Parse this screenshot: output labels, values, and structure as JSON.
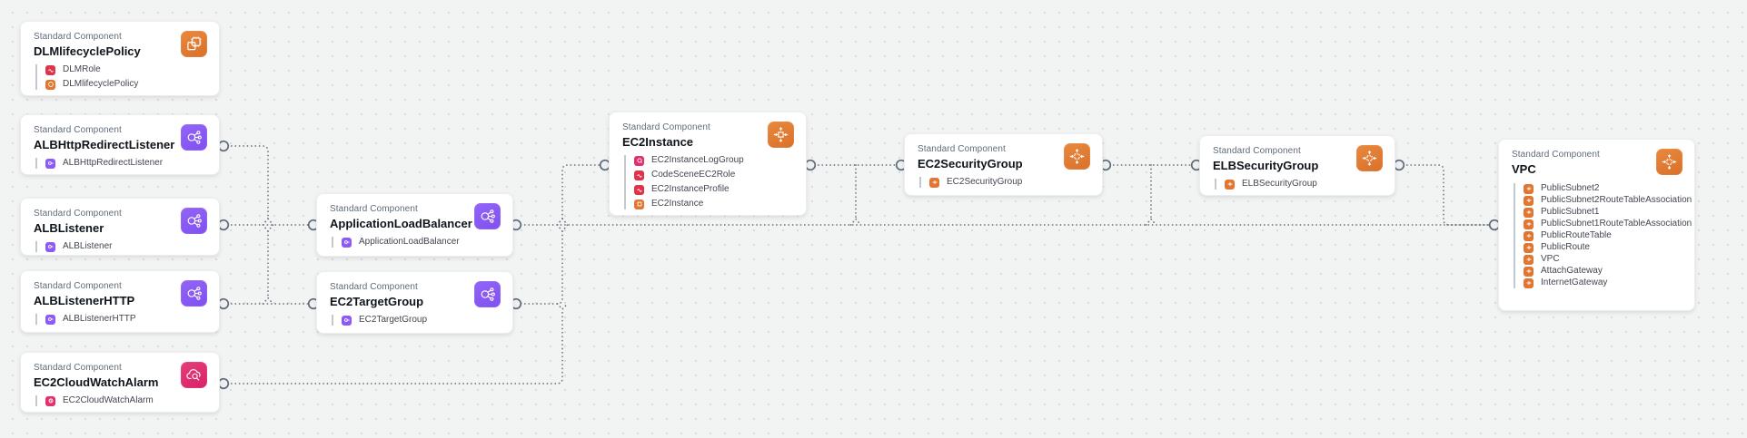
{
  "app_context": "infrastructure-composer-canvas",
  "palette": {
    "canvas_background": "#f2f3f3",
    "grid_dot": "#d6d9da",
    "card_background": "#ffffff",
    "wire_gray": "#68747f",
    "orange_compute": "#e0762f",
    "purple_elb": "#8a5cf5",
    "pink_cloudwatch": "#e0316e",
    "red_iam": "#dd344c",
    "kind_text": "#5f6b7a",
    "title_text": "#0f141a",
    "item_text": "#424650"
  },
  "components": [
    {
      "kind": "Standard Component",
      "title": "DLMlifecyclePolicy",
      "items": [
        {
          "label": "DLMRole"
        },
        {
          "label": "DLMlifecyclePolicy"
        }
      ]
    },
    {
      "kind": "Standard Component",
      "title": "ALBHttpRedirectListener",
      "items": [
        {
          "label": "ALBHttpRedirectListener"
        }
      ]
    },
    {
      "kind": "Standard Component",
      "title": "ALBListener",
      "items": [
        {
          "label": "ALBListener"
        }
      ]
    },
    {
      "kind": "Standard Component",
      "title": "ALBListenerHTTP",
      "items": [
        {
          "label": "ALBListenerHTTP"
        }
      ]
    },
    {
      "kind": "Standard Component",
      "title": "EC2CloudWatchAlarm",
      "items": [
        {
          "label": "EC2CloudWatchAlarm"
        }
      ]
    },
    {
      "kind": "Standard Component",
      "title": "ApplicationLoadBalancer",
      "items": [
        {
          "label": "ApplicationLoadBalancer"
        }
      ]
    },
    {
      "kind": "Standard Component",
      "title": "EC2TargetGroup",
      "items": [
        {
          "label": "EC2TargetGroup"
        }
      ]
    },
    {
      "kind": "Standard Component",
      "title": "EC2Instance",
      "items": [
        {
          "label": "EC2InstanceLogGroup"
        },
        {
          "label": "CodeSceneEC2Role"
        },
        {
          "label": "EC2InstanceProfile"
        },
        {
          "label": "EC2Instance"
        }
      ]
    },
    {
      "kind": "Standard Component",
      "title": "EC2SecurityGroup",
      "items": [
        {
          "label": "EC2SecurityGroup"
        }
      ]
    },
    {
      "kind": "Standard Component",
      "title": "ELBSecurityGroup",
      "items": [
        {
          "label": "ELBSecurityGroup"
        }
      ]
    },
    {
      "kind": "Standard Component",
      "title": "VPC",
      "items": [
        {
          "label": "PublicSubnet2"
        },
        {
          "label": "PublicSubnet2RouteTableAssociation"
        },
        {
          "label": "PublicSubnet1"
        },
        {
          "label": "PublicSubnet1RouteTableAssociation"
        },
        {
          "label": "PublicRouteTable"
        },
        {
          "label": "PublicRoute"
        },
        {
          "label": "VPC"
        },
        {
          "label": "AttachGateway"
        },
        {
          "label": "InternetGateway"
        }
      ]
    }
  ],
  "connections": [
    {
      "from": "ALBHttpRedirectListener",
      "to": "EC2TargetGroup"
    },
    {
      "from": "ALBListener",
      "to": "ApplicationLoadBalancer"
    },
    {
      "from": "ALBListenerHTTP",
      "to": "EC2TargetGroup"
    },
    {
      "from": "EC2TargetGroup",
      "to": "EC2Instance"
    },
    {
      "from": "EC2CloudWatchAlarm",
      "to": "EC2Instance"
    },
    {
      "from": "ApplicationLoadBalancer",
      "to": "VPC"
    },
    {
      "from": "EC2Instance",
      "to": "EC2SecurityGroup"
    },
    {
      "from": "EC2SecurityGroup",
      "to": "ELBSecurityGroup"
    },
    {
      "from": "ELBSecurityGroup",
      "to": "VPC"
    }
  ]
}
